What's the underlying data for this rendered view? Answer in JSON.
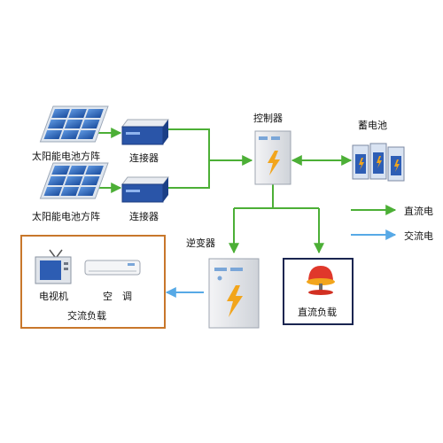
{
  "labels": {
    "solar_panel_1": "太阳能电池方阵",
    "solar_panel_2": "太阳能电池方阵",
    "connector_1": "连接器",
    "connector_2": "连接器",
    "controller": "控制器",
    "battery": "蓄电池",
    "inverter": "逆变器",
    "tv": "电视机",
    "air_conditioner": "空　调",
    "ac_load": "交流负载",
    "dc_load": "直流负载"
  },
  "legend": {
    "dc_label": "直流电",
    "ac_label": "交流电",
    "dc_color": "#4caf36",
    "ac_color": "#57a9e6"
  },
  "colors": {
    "dc_line": "#4caf36",
    "ac_line": "#57a9e6",
    "ac_box_border": "#c8772b",
    "dc_box_border": "#1a2550",
    "panel_blue": "#1f5fb8",
    "lightning": "#f2a51c"
  },
  "icons": [
    "solar-panel-icon",
    "connector-icon",
    "controller-icon",
    "battery-icon",
    "inverter-icon",
    "tv-icon",
    "air-conditioner-icon",
    "lamp-icon"
  ]
}
